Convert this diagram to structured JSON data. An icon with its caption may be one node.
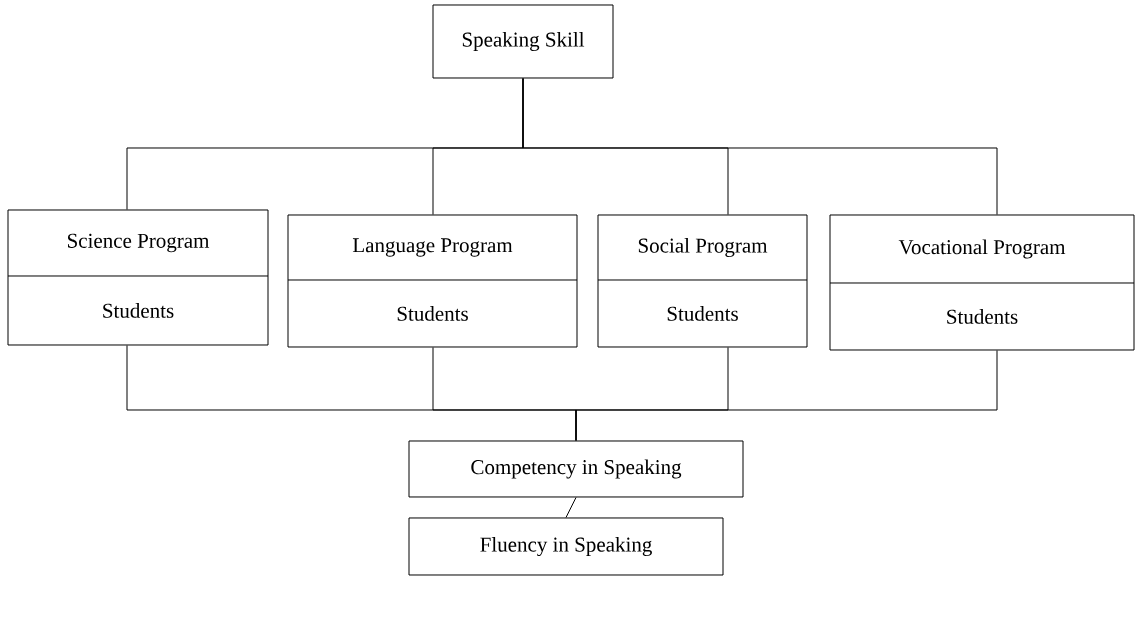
{
  "diagram": {
    "nodes": [
      {
        "text": [
          "Speaking Skill"
        ]
      },
      {
        "text": [
          "Science Program",
          "Students"
        ]
      },
      {
        "text": [
          "Language Program",
          "Students"
        ]
      },
      {
        "text": [
          "Social Program",
          "Students"
        ]
      },
      {
        "text": [
          "Vocational Program",
          "Students"
        ]
      },
      {
        "text": [
          "Competency in Speaking"
        ]
      },
      {
        "text": [
          "Fluency in Speaking"
        ]
      }
    ],
    "edges": [
      {
        "from": 0,
        "to": 1,
        "arrow": "none"
      },
      {
        "from": 0,
        "to": 2,
        "arrow": "none"
      },
      {
        "from": 0,
        "to": 3,
        "arrow": "none"
      },
      {
        "from": 0,
        "to": 4,
        "arrow": "none"
      },
      {
        "from": 1,
        "to": 5,
        "arrow": "none"
      },
      {
        "from": 2,
        "to": 5,
        "arrow": "none"
      },
      {
        "from": 3,
        "to": 5,
        "arrow": "none"
      },
      {
        "from": 4,
        "to": 5,
        "arrow": "none"
      },
      {
        "from": 5,
        "to": 6,
        "arrow": "none"
      }
    ]
  }
}
